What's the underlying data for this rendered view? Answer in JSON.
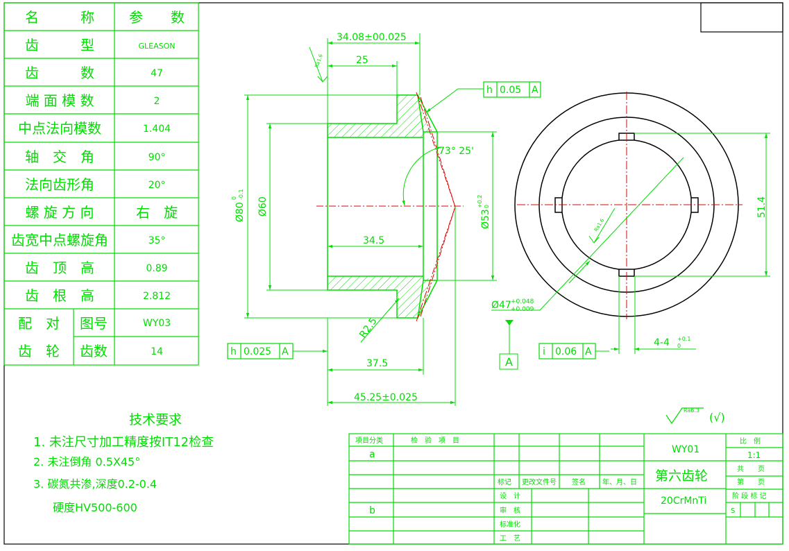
{
  "params_table": {
    "rows": [
      {
        "name": "名　　　称",
        "value": "参　　数"
      },
      {
        "name": "齿　　　型",
        "value": "GLEASON"
      },
      {
        "name": "齿　　　数",
        "value": "47"
      },
      {
        "name": "端 面 模 数",
        "value": "2"
      },
      {
        "name": "中点法向模数",
        "value": "1.404"
      },
      {
        "name": "轴　交　角",
        "value": "90°"
      },
      {
        "name": "法向齿形角",
        "value": "20°"
      },
      {
        "name": "螺 旋 方 向",
        "value": "右　旋"
      },
      {
        "name": "齿宽中点螺旋角",
        "value": "35°"
      },
      {
        "name": "齿　顶　高",
        "value": "0.89"
      },
      {
        "name": "齿　根　高",
        "value": "2.812"
      }
    ],
    "mating": {
      "label_top": "配　对",
      "label_bottom": "齿　轮",
      "sub1": "图号",
      "sub1_value": "WY03",
      "sub2": "齿数",
      "sub2_value": "14"
    }
  },
  "dimensions": {
    "top_width": "34.08±00.025",
    "hub_width": "25",
    "roughness_left": "Ra1.6",
    "outer_dia": "Ø80",
    "outer_dia_tol_top": "0",
    "outer_dia_tol_bottom": "-0.1",
    "bore_dia": "Ø60",
    "bore_length": "34.5",
    "cone_angle": "73° 25'",
    "tip_dia": "Ø53",
    "tip_dia_tol_top": "+0.2",
    "tip_dia_tol_bottom": "0",
    "fillet": "R2.5",
    "length_375": "37.5",
    "total_length": "45.25±0.025",
    "spline_dia": "Ø47",
    "spline_tol_top": "+0.048",
    "spline_tol_bottom": "+0.009",
    "keyway_depth": "51.4",
    "keyway": "4-4",
    "keyway_tol_top": "+0.1",
    "keyway_tol_bottom": "0",
    "roughness_bore": "Ra1.6",
    "datum": "A"
  },
  "tolerance_frames": [
    {
      "symbol": "h",
      "value": "0.05",
      "datum": "A"
    },
    {
      "symbol": "h",
      "value": "0.025",
      "datum": "A"
    },
    {
      "symbol": "i",
      "value": "0.06",
      "datum": "A"
    }
  ],
  "general_roughness": {
    "value": "Ra6.3",
    "rest": "(√)"
  },
  "tech_requirements": {
    "title": "技术要求",
    "items": [
      "1. 未注尺寸加工精度按IT12检查",
      "2. 未注倒角 0.5X45°",
      "3. 碳氮共渗,深度0.2-0.4",
      "硬度HV500-600"
    ]
  },
  "title_block": {
    "col_project_class": "项目分类",
    "col_inspect": "检　验　项　目",
    "row_a": "a",
    "row_b": "b",
    "mark": "标记",
    "change_doc": "更改文件号",
    "signature": "签名",
    "date": "年、月、日",
    "design": "设　计",
    "review": "审　核",
    "standard": "标准化",
    "process": "工　艺",
    "drawing_no": "WY01",
    "part_name": "第六齿轮",
    "material": "20CrMnTi",
    "scale_label": "比　例",
    "scale_value": "1:1",
    "total_label": "共　　页",
    "sheet_label": "第　　页",
    "stage_label": "阶 段 标 记",
    "stage_value": "S"
  }
}
